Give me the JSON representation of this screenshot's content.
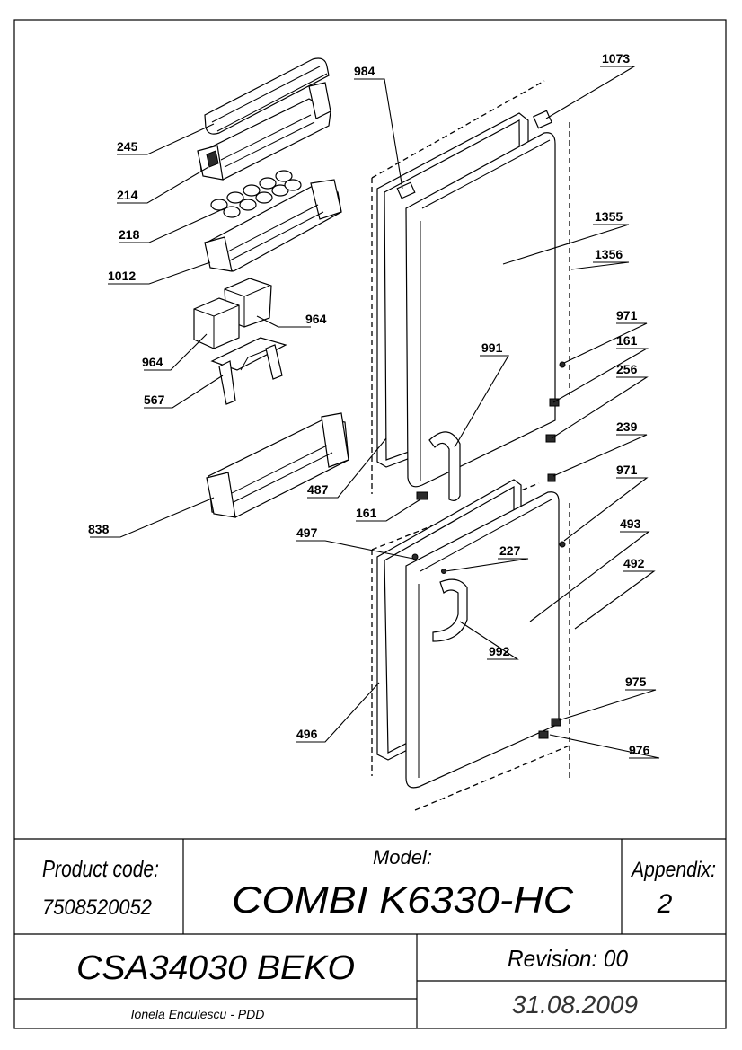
{
  "callouts": [
    {
      "id": "245"
    },
    {
      "id": "214"
    },
    {
      "id": "218"
    },
    {
      "id": "1012"
    },
    {
      "id": "964"
    },
    {
      "id": "964"
    },
    {
      "id": "567"
    },
    {
      "id": "838"
    },
    {
      "id": "984"
    },
    {
      "id": "1073"
    },
    {
      "id": "1355"
    },
    {
      "id": "1356"
    },
    {
      "id": "971"
    },
    {
      "id": "161"
    },
    {
      "id": "256"
    },
    {
      "id": "991"
    },
    {
      "id": "239"
    },
    {
      "id": "971"
    },
    {
      "id": "487"
    },
    {
      "id": "161"
    },
    {
      "id": "497"
    },
    {
      "id": "227"
    },
    {
      "id": "493"
    },
    {
      "id": "492"
    },
    {
      "id": "992"
    },
    {
      "id": "496"
    },
    {
      "id": "975"
    },
    {
      "id": "976"
    }
  ],
  "title_block": {
    "product_code_label": "Product code:",
    "product_code": "7508520052",
    "model_label": "Model:",
    "model": "COMBI K6330-HC",
    "appendix_label": "Appendix:",
    "appendix": "2",
    "project": "CSA34030  BEKO",
    "revision": "Revision: 00",
    "author": "Ionela Enculescu - PDD",
    "date": "31.08.2009"
  }
}
